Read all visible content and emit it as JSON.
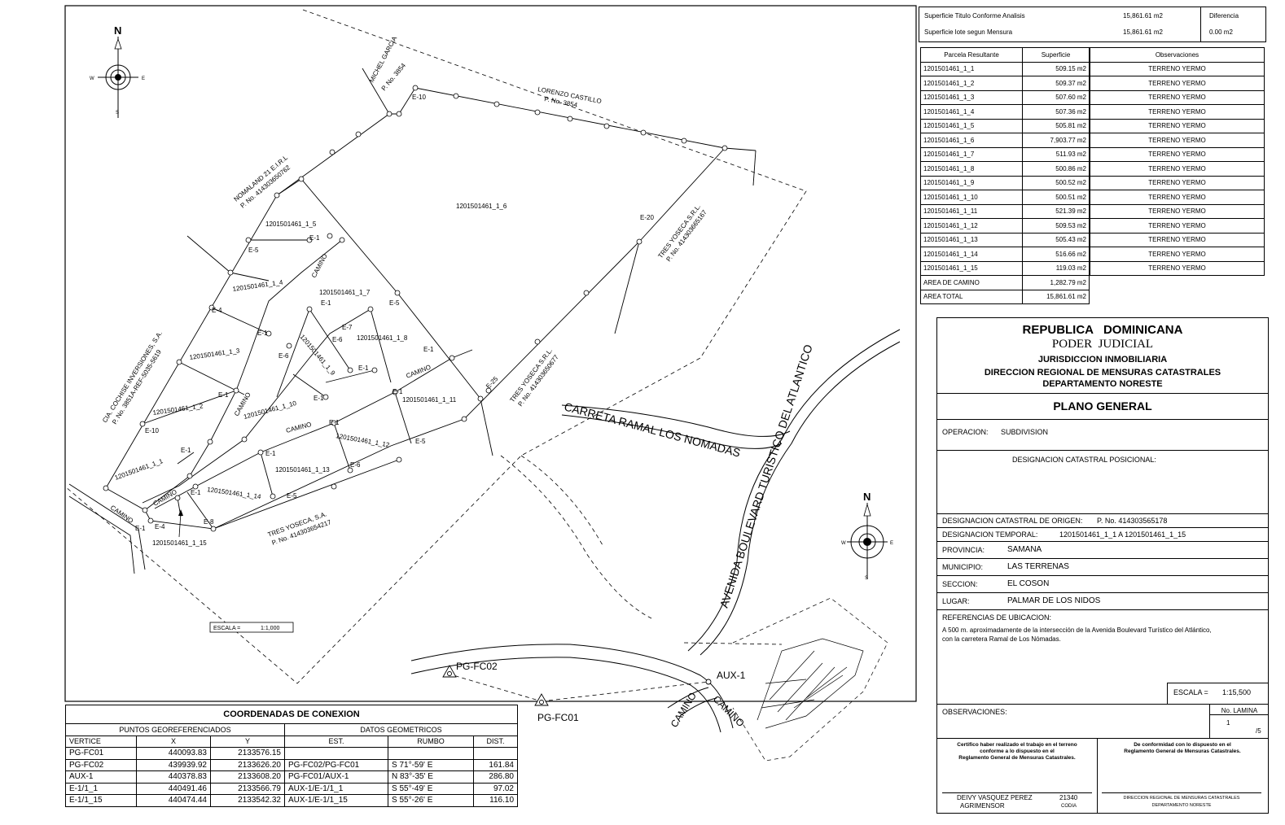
{
  "summary": {
    "sup_titulo_label": "Superficie Titulo Conforme Analisis",
    "sup_titulo_value": "15,861.61 m2",
    "sup_lote_label": "Superficie lote segun Mensura",
    "sup_lote_value": "15,861.61 m2",
    "diferencia_label": "Diferencia",
    "diferencia_value": "0.00 m2"
  },
  "parcels_table": {
    "headers": [
      "Parcela Resultante",
      "Superficie",
      "Observaciones"
    ],
    "rows": [
      {
        "id": "1201501461_1_1",
        "area": "509.15 m2",
        "obs": "TERRENO YERMO"
      },
      {
        "id": "1201501461_1_2",
        "area": "509.37 m2",
        "obs": "TERRENO YERMO"
      },
      {
        "id": "1201501461_1_3",
        "area": "507.60 m2",
        "obs": "TERRENO YERMO"
      },
      {
        "id": "1201501461_1_4",
        "area": "507.36 m2",
        "obs": "TERRENO YERMO"
      },
      {
        "id": "1201501461_1_5",
        "area": "505.81 m2",
        "obs": "TERRENO YERMO"
      },
      {
        "id": "1201501461_1_6",
        "area": "7,903.77 m2",
        "obs": "TERRENO YERMO"
      },
      {
        "id": "1201501461_1_7",
        "area": "511.93 m2",
        "obs": "TERRENO YERMO"
      },
      {
        "id": "1201501461_1_8",
        "area": "500.86 m2",
        "obs": "TERRENO YERMO"
      },
      {
        "id": "1201501461_1_9",
        "area": "500.52 m2",
        "obs": "TERRENO YERMO"
      },
      {
        "id": "1201501461_1_10",
        "area": "500.51 m2",
        "obs": "TERRENO YERMO"
      },
      {
        "id": "1201501461_1_11",
        "area": "521.39 m2",
        "obs": "TERRENO YERMO"
      },
      {
        "id": "1201501461_1_12",
        "area": "509.53 m2",
        "obs": "TERRENO YERMO"
      },
      {
        "id": "1201501461_1_13",
        "area": "505.43 m2",
        "obs": "TERRENO YERMO"
      },
      {
        "id": "1201501461_1_14",
        "area": "516.66 m2",
        "obs": "TERRENO YERMO"
      },
      {
        "id": "1201501461_1_15",
        "area": "119.03 m2",
        "obs": "TERRENO YERMO"
      }
    ],
    "area_camino_label": "AREA DE CAMINO",
    "area_camino_value": "1,282.79 m2",
    "area_total_label": "AREA TOTAL",
    "area_total_value": "15,861.61 m2"
  },
  "title_block": {
    "country": "REPUBLICA   DOMINICANA",
    "branch": "PODER  JUDICIAL",
    "jurisdiction": "JURISDICCION INMOBILIARIA",
    "direction": "DIRECCION REGIONAL DE MENSURAS CATASTRALES",
    "department": "DEPARTAMENTO NORESTE",
    "plan_title": "PLANO GENERAL",
    "operacion_label": "OPERACION:",
    "operacion_value": "SUBDIVISION",
    "desig_posicional_label": "DESIGNACION CATASTRAL POSICIONAL:",
    "desig_origen_label": "DESIGNACION CATASTRAL DE ORIGEN:",
    "desig_origen_value": "P. No. 414303565178",
    "desig_temporal_label": "DESIGNACION TEMPORAL:",
    "desig_temporal_value": "1201501461_1_1 A 1201501461_1_15",
    "provincia_label": "PROVINCIA:",
    "provincia_value": "SAMANA",
    "municipio_label": "MUNICIPIO:",
    "municipio_value": "LAS TERRENAS",
    "seccion_label": "SECCION:",
    "seccion_value": "EL COSON",
    "lugar_label": "LUGAR:",
    "lugar_value": "PALMAR DE LOS NIDOS",
    "referencias_label": "REFERENCIAS DE UBICACION:",
    "referencias_text_1": "A 500 m. aproximadamente de la intersección de la Avenida Boulevard Turístico del Atlántico,",
    "referencias_text_2": "con la carretera Ramal de Los Nómadas.",
    "escala_label": "ESCALA =",
    "escala_value": "1:15,500",
    "observaciones_label": "OBSERVACIONES:",
    "no_lamina_label": "No. LAMINA",
    "no_lamina_value": "1",
    "no_lamina_total": "/5",
    "cert_left_1": "Certifico haber realizado el trabajo en el terreno",
    "cert_left_2": "conforme a lo dispuesto en el",
    "cert_left_3": "Reglamento General de Mensuras Catastrales.",
    "cert_right_1": "De conformidad con lo dispuesto en el",
    "cert_right_2": "Reglamento General de Mensuras Catastrales.",
    "surveyor_name": "DEIVY VASQUEZ PEREZ",
    "surveyor_codia": "21340",
    "surveyor_role": "AGRIMENSOR",
    "surveyor_codia_label": "CODIA",
    "director_line": "DIRECCION REGIONAL DE MENSURAS CATASTRALES",
    "director_role": "DEPARTAMENTO NORESTE"
  },
  "coords_table": {
    "title": "COORDENADAS DE CONEXION",
    "group_left": "PUNTOS GEOREFERENCIADOS",
    "group_right": "DATOS GEOMETRICOS",
    "headers": [
      "VERTICE",
      "X",
      "Y",
      "EST.",
      "RUMBO",
      "DIST."
    ],
    "rows": [
      {
        "v": "PG-FC01",
        "x": "440093.83",
        "y": "2133576.15",
        "est": "",
        "rumbo": "",
        "dist": ""
      },
      {
        "v": "PG-FC02",
        "x": "439939.92",
        "y": "2133626.20",
        "est": "PG-FC02/PG-FC01",
        "rumbo": "S  71°-59'  E",
        "dist": "161.84"
      },
      {
        "v": "AUX-1",
        "x": "440378.83",
        "y": "2133608.20",
        "est": "PG-FC01/AUX-1",
        "rumbo": "N  83°-35'  E",
        "dist": "286.80"
      },
      {
        "v": "E-1/1_1",
        "x": "440491.46",
        "y": "2133566.79",
        "est": "AUX-1/E-1/1_1",
        "rumbo": "S  55°-49'  E",
        "dist": "97.02"
      },
      {
        "v": "E-1/1_15",
        "x": "440474.44",
        "y": "2133542.32",
        "est": "AUX-1/E-1/1_15",
        "rumbo": "S  55°-26'  E",
        "dist": "116.10"
      }
    ]
  },
  "map": {
    "compass_n": "N",
    "compass_s": "S",
    "compass_e": "E",
    "compass_w": "W",
    "owner_michel": "MICHEL GARCIA",
    "owner_michel_p": "P. No. 3854",
    "owner_lorenzo": "LORENZO CASTILLO",
    "owner_lorenzo_p": "P. No. 3854",
    "owner_nomaland": "NOMALAND 21 E.I.R.L",
    "owner_nomaland_p": "P. No. 414303650762",
    "owner_cia": "CIA. COCHISE INVERSIONES, S.A.",
    "owner_cia_p": "P. No. 3851A-REF-5035-5619",
    "owner_tres_1": "TRES YOSECA S.R.L.",
    "owner_tres_1_p": "P. No. 414303665167",
    "owner_tres_2": "TRES YOSECA S.R.L.",
    "owner_tres_2_p": "P. No. 414303650677",
    "owner_tres_3": "TRES YOSECA, S.A.",
    "owner_tres_3_p": "P. No. 414303654217",
    "road_carretera": "CARRETA RAMAL LOS NOMADAS",
    "road_avenida": "AVENIDA BOULEVARD TURISTICO DEL ATLANTICO",
    "camino": "CAMINO",
    "pg_fc01": "PG-FC01",
    "pg_fc02": "PG-FC02",
    "aux1": "AUX-1",
    "escala": "ESCALA =",
    "escala_value": "1:1,000",
    "parcel_labels": {
      "p1": "1201501461_1_1",
      "p2": "1201501461_1_2",
      "p3": "1201501461_1_3",
      "p4": "1201501461_1_4",
      "p5": "1201501461_1_5",
      "p6": "1201501461_1_6",
      "p7": "1201501461_1_7",
      "p8": "1201501461_1_8",
      "p9": "1201501461_1_9",
      "p10": "1201501461_1_10",
      "p11": "1201501461_1_11",
      "p12": "1201501461_1_12",
      "p13": "1201501461_1_13",
      "p14": "1201501461_1_14",
      "p15": "1201501461_1_15"
    },
    "vertex_labels": {
      "e10": "E-10",
      "e20": "E-20",
      "e25": "E-25",
      "e1": "E-1",
      "e4": "E-4",
      "e5": "E-5",
      "e6": "E-6",
      "e7": "E-7",
      "e8": "E-8",
      "e10b": "E-10"
    }
  }
}
